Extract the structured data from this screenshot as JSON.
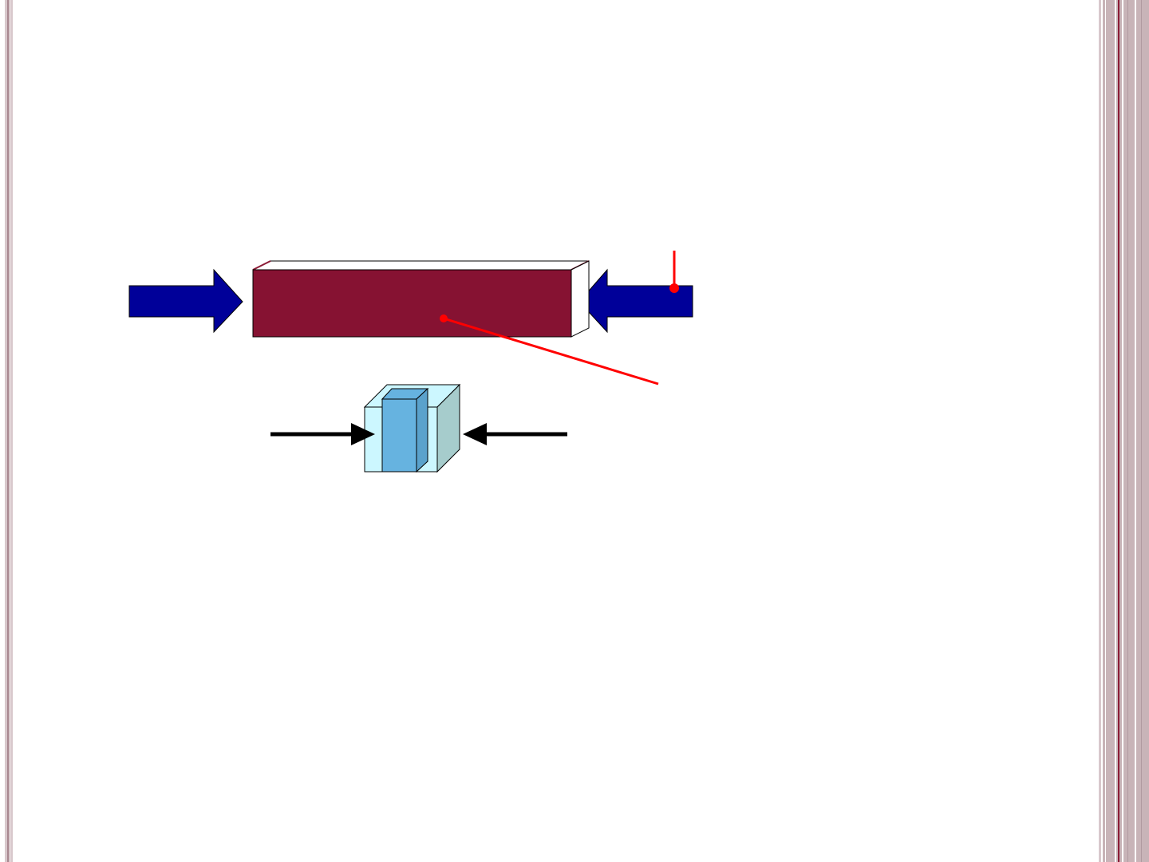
{
  "slide": {
    "colors": {
      "frame_band": "#c8b4b8",
      "frame_line": "#8b1a35",
      "bar_fill": "#861232",
      "arrow_fill": "#000099",
      "indicator_red": "#ff0000",
      "cube_light": "#ccf7ff",
      "cube_side": "#a6cccc",
      "inner_prism": "#66b3e0"
    },
    "icons": {
      "left_force_arrow": "block-arrow-right",
      "right_force_arrow": "block-arrow-left",
      "left_thin_arrow": "arrow-right",
      "right_thin_arrow": "arrow-left"
    }
  }
}
